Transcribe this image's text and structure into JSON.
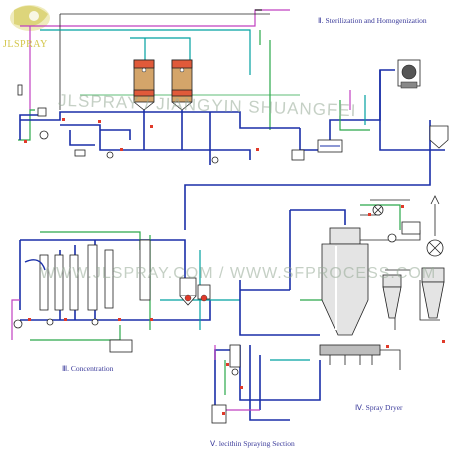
{
  "logo": {
    "text": "JLSPRAY"
  },
  "sections": {
    "sterilization": "Ⅱ. Sterilization and Homogenization",
    "concentration": "Ⅲ. Concentration",
    "spray_dryer": "Ⅳ. Spray Dryer",
    "lecithin": "Ⅴ. lecithin Spraying Section"
  },
  "watermarks": {
    "top": "JLSPRAY / JIANGYIN SHUANGFEI",
    "middle": "WWW.JLSPRAY.COM / WWW.SFPROCESS.COM"
  },
  "colors": {
    "process_line": "#1a2fa8",
    "steam_line": "#c040c0",
    "water_line": "#2aa84a",
    "cooling_line": "#00a0a0",
    "equipment": "#222222",
    "tank_body": "#d4a56a",
    "tank_top": "#e05a3a",
    "logo": "#d3c64a"
  }
}
